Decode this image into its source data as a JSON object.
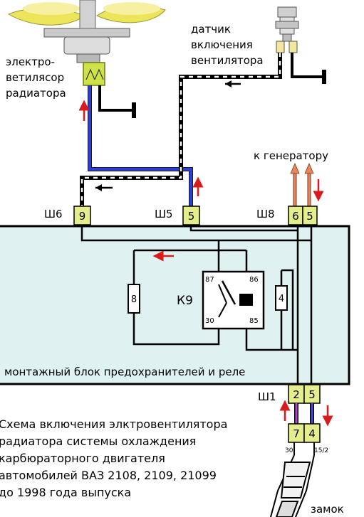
{
  "labels": {
    "fan_motor": [
      "электро-",
      "ветилясор",
      "радиатора"
    ],
    "fan_sensor": [
      "датчик",
      "включения",
      "вентилятора"
    ],
    "to_generator": "к генератору",
    "block_caption": "монтажный блок предохранителей и реле",
    "ignition_switch": "замок"
  },
  "connectors": {
    "sh6": {
      "name": "Ш6",
      "pin": "9"
    },
    "sh5": {
      "name": "Ш5",
      "pin": "5"
    },
    "sh8": {
      "name": "Ш8",
      "pins": [
        "6",
        "5"
      ]
    },
    "sh1": {
      "name": "Ш1",
      "pins": [
        "2",
        "5"
      ]
    },
    "switch_pins": [
      "7",
      "4"
    ],
    "switch_terminals": [
      "30",
      "15/2"
    ]
  },
  "relay": {
    "name": "К9",
    "terminals": [
      "87",
      "86",
      "30",
      "85"
    ],
    "fuses": [
      "8",
      "4"
    ]
  },
  "caption": [
    "Схема включения элктровентилятора",
    "радиатора системы охлаждения",
    "карбюраторного двигателя",
    "автомобилей ВАЗ 2108, 2109, 21099",
    "до 1998 года выпуска"
  ],
  "colors": {
    "panel": "#dff2f1",
    "pin_fill": "#e5ee8c",
    "blue_wire": "#2d3fd0",
    "red_arrow": "#d81b1b",
    "fan_yellow": "#ece55a",
    "purple_wire": "#b445c7",
    "orange_wire": "#e8845a"
  }
}
